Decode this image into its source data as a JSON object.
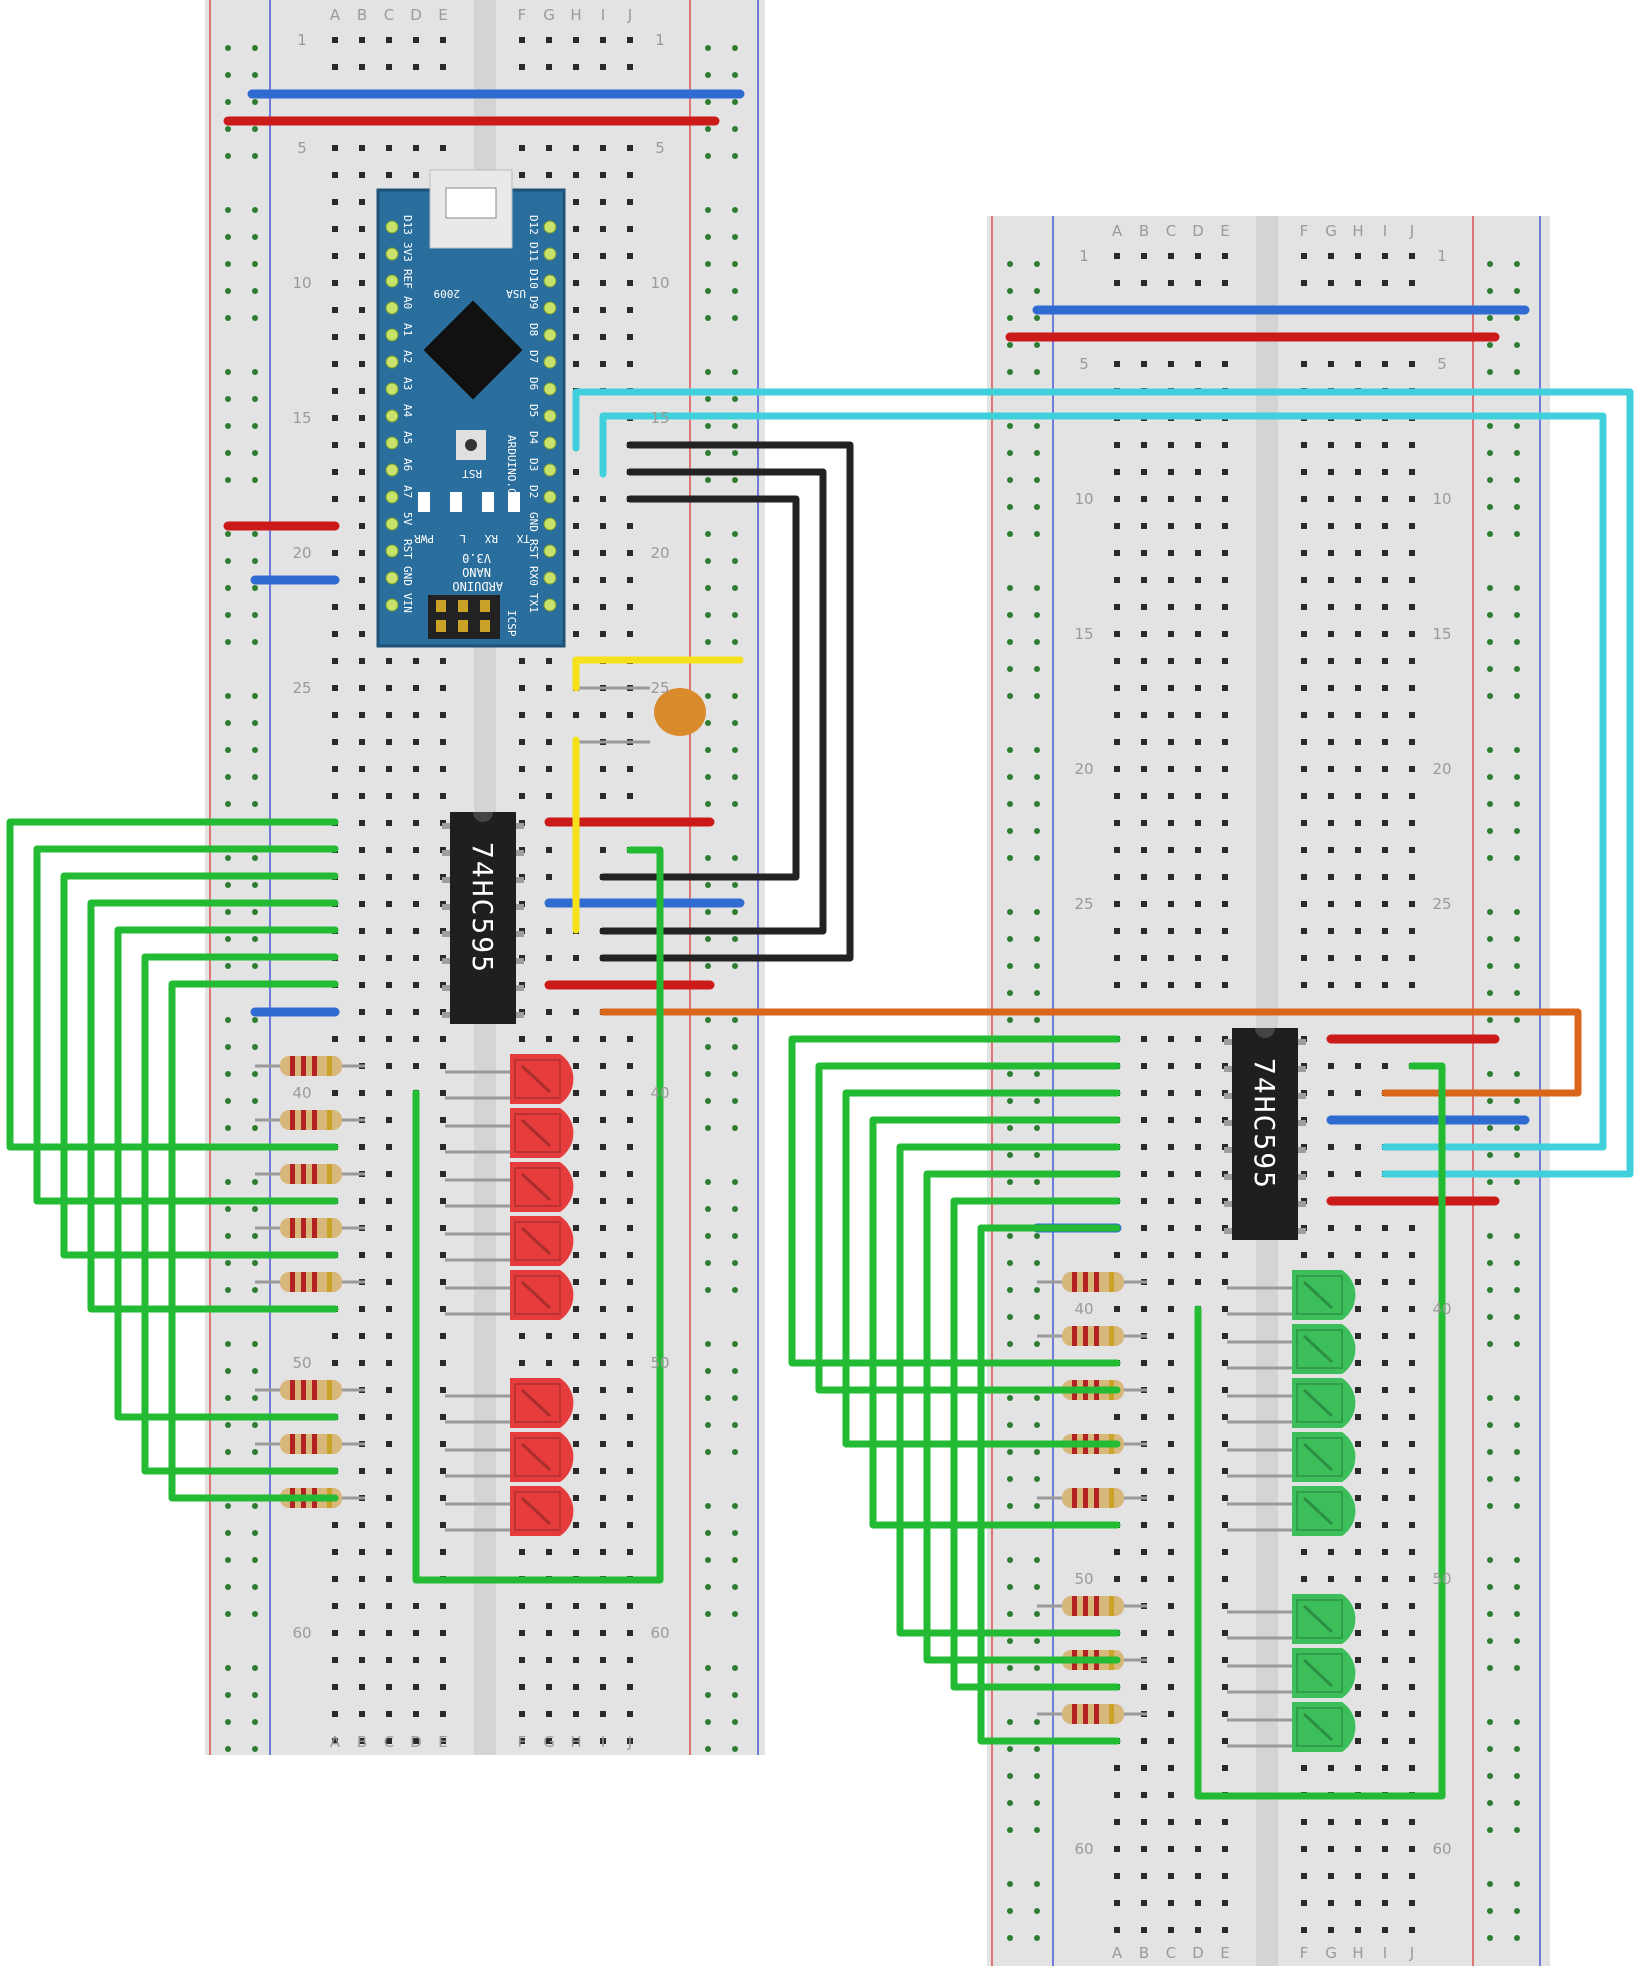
{
  "breadboards": [
    {
      "id": "left",
      "column_labels": [
        "A",
        "B",
        "C",
        "D",
        "E",
        "F",
        "G",
        "H",
        "I",
        "J"
      ],
      "row_numbers": [
        "1",
        "5",
        "10",
        "15",
        "20",
        "25",
        "40",
        "50",
        "60"
      ],
      "left_row_numbers": [
        "1",
        "5",
        "10",
        "15",
        "20",
        "25",
        "40",
        "50",
        "60"
      ]
    },
    {
      "id": "right",
      "column_labels": [
        "A",
        "B",
        "C",
        "D",
        "E",
        "F",
        "G",
        "H",
        "I",
        "J"
      ],
      "row_numbers": [
        "1",
        "5",
        "10",
        "15",
        "20",
        "25",
        "40",
        "50",
        "60"
      ],
      "left_row_numbers": [
        "1",
        "5",
        "10",
        "15",
        "20",
        "25",
        "40",
        "50",
        "60"
      ]
    }
  ],
  "chips": [
    {
      "id": "left-shift-register",
      "label": "74HC595"
    },
    {
      "id": "right-shift-register",
      "label": "74HC595"
    }
  ],
  "arduino": {
    "name_line1": "ARDUINO",
    "name_line2": "NANO",
    "name_line3": "V3.0",
    "site": "ARDUINO.CC",
    "year": "2009",
    "country": "USA",
    "reset": "RST",
    "icsp": "ICSP",
    "led_labels": [
      "PWR",
      "L",
      "RX",
      "TX"
    ],
    "left_pins": [
      "D13",
      "3V3",
      "REF",
      "A0",
      "A1",
      "A2",
      "A3",
      "A4",
      "A5",
      "A6",
      "A7",
      "5V",
      "RST",
      "GND",
      "VIN"
    ],
    "right_pins": [
      "D12",
      "D11",
      "D10",
      "D9",
      "D8",
      "D7",
      "D6",
      "D5",
      "D4",
      "D3",
      "D2",
      "GND",
      "RST",
      "RX0",
      "TX1"
    ]
  },
  "led_groups": [
    {
      "board": "left",
      "color": "#e63c3c",
      "count": 8
    },
    {
      "board": "right",
      "color": "#3cbf5a",
      "count": 8
    }
  ],
  "wire_colors": {
    "green": "#22bb33",
    "black": "#222222",
    "cyan": "#3fd0dc",
    "orange": "#d9661b",
    "yellow": "#f5e01a",
    "red": "#cc1a1a",
    "blue": "#2f6bd1"
  }
}
